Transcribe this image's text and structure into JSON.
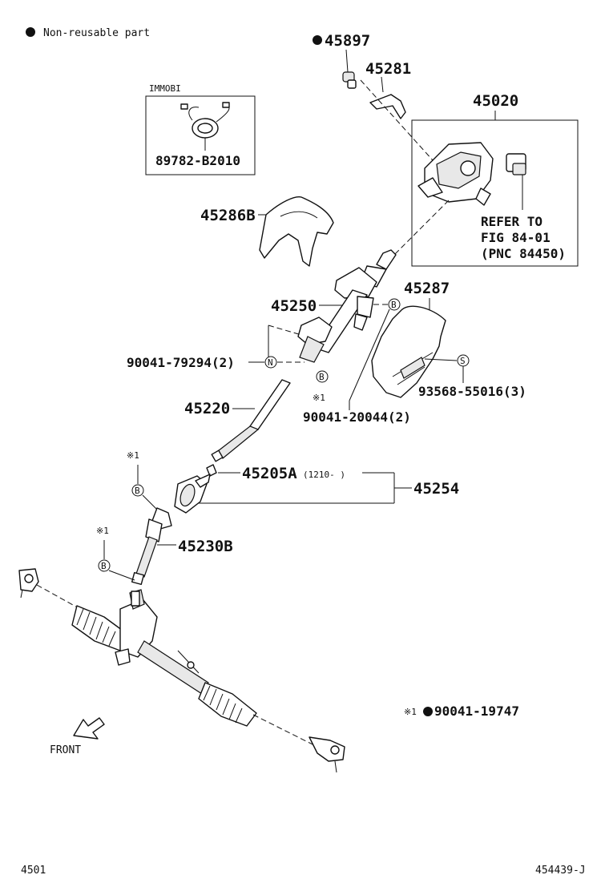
{
  "legend": {
    "text": "Non-reusable part"
  },
  "labels": {
    "p45897": "45897",
    "p45281": "45281",
    "p45020": "45020",
    "immobi": "IMMOBI",
    "p89782": "89782-B2010",
    "p45286B": "45286B",
    "refer1": "REFER TO",
    "refer2": "FIG 84-01",
    "refer3": "(PNC 84450)",
    "p45250": "45250",
    "p45287": "45287",
    "p90041_79294": "90041-79294(2)",
    "p93568": "93568-55016(3)",
    "p45220": "45220",
    "p90041_20044": "90041-20044(2)",
    "p45205A": "45205A",
    "p45205A_note": "(1210-   )",
    "p45254": "45254",
    "p45230B": "45230B",
    "p90041_19747": "90041-19747",
    "front": "FRONT"
  },
  "markers": {
    "asterisk1": "※1",
    "asterisk1b": "※1",
    "asterisk1c": "※1",
    "asterisk1d": "※1",
    "b": "B",
    "n": "N",
    "s": "S"
  },
  "footer": {
    "left": "4501",
    "right": "454439-J"
  }
}
